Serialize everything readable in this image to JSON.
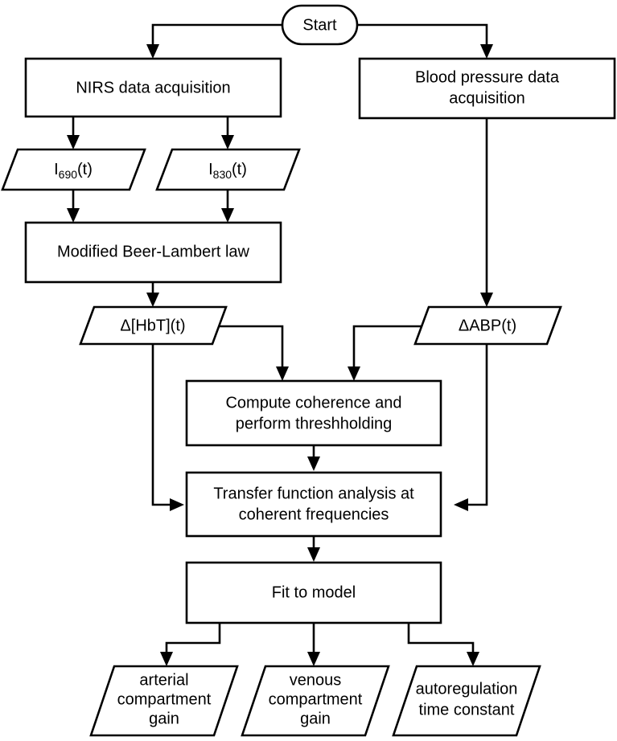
{
  "diagram": {
    "title": "NIRS cerebral autoregulation processing flowchart",
    "background_color": "#ffffff",
    "line_color": "#000000",
    "nodes": {
      "start": {
        "label": "Start",
        "shape": "stadium"
      },
      "nirs_acquisition": {
        "label": "NIRS data acquisition",
        "shape": "rectangle"
      },
      "bp_acquisition": {
        "line1": "Blood  pressure data",
        "line2": "acquisition",
        "shape": "rectangle"
      },
      "i690": {
        "base": "I",
        "sub": "690",
        "suffix": "(t)",
        "shape": "parallelogram"
      },
      "i830": {
        "base": "I",
        "sub": "830",
        "suffix": "(t)",
        "shape": "parallelogram"
      },
      "beer_lambert": {
        "label": "Modified Beer-Lambert law",
        "shape": "rectangle"
      },
      "delta_hbt": {
        "label": "Δ[HbT](t)",
        "shape": "parallelogram"
      },
      "delta_abp": {
        "label": "ΔABP(t)",
        "shape": "parallelogram"
      },
      "coherence": {
        "line1": "Compute coherence and",
        "line2": "perform threshholding",
        "shape": "rectangle"
      },
      "transfer_function": {
        "line1": "Transfer function analysis at",
        "line2": "coherent frequencies",
        "shape": "rectangle"
      },
      "fit_model": {
        "label": "Fit to model",
        "shape": "rectangle"
      },
      "arterial_gain": {
        "line1": "arterial",
        "line2": "compartment",
        "line3": "gain",
        "shape": "parallelogram"
      },
      "venous_gain": {
        "line1": "venous",
        "line2": "compartment",
        "line3": "gain",
        "shape": "parallelogram"
      },
      "autoreg_time": {
        "line1": "autoregulation",
        "line2": "time constant",
        "shape": "parallelogram"
      }
    },
    "edges": [
      {
        "from": "start",
        "to": "nirs_acquisition"
      },
      {
        "from": "start",
        "to": "bp_acquisition"
      },
      {
        "from": "nirs_acquisition",
        "to": "i690"
      },
      {
        "from": "nirs_acquisition",
        "to": "i830"
      },
      {
        "from": "i690",
        "to": "beer_lambert"
      },
      {
        "from": "i830",
        "to": "beer_lambert"
      },
      {
        "from": "beer_lambert",
        "to": "delta_hbt"
      },
      {
        "from": "bp_acquisition",
        "to": "delta_abp"
      },
      {
        "from": "delta_hbt",
        "to": "coherence"
      },
      {
        "from": "delta_abp",
        "to": "coherence"
      },
      {
        "from": "delta_hbt",
        "to": "transfer_function"
      },
      {
        "from": "delta_abp",
        "to": "transfer_function"
      },
      {
        "from": "coherence",
        "to": "transfer_function"
      },
      {
        "from": "transfer_function",
        "to": "fit_model"
      },
      {
        "from": "fit_model",
        "to": "arterial_gain"
      },
      {
        "from": "fit_model",
        "to": "venous_gain"
      },
      {
        "from": "fit_model",
        "to": "autoreg_time"
      }
    ]
  }
}
